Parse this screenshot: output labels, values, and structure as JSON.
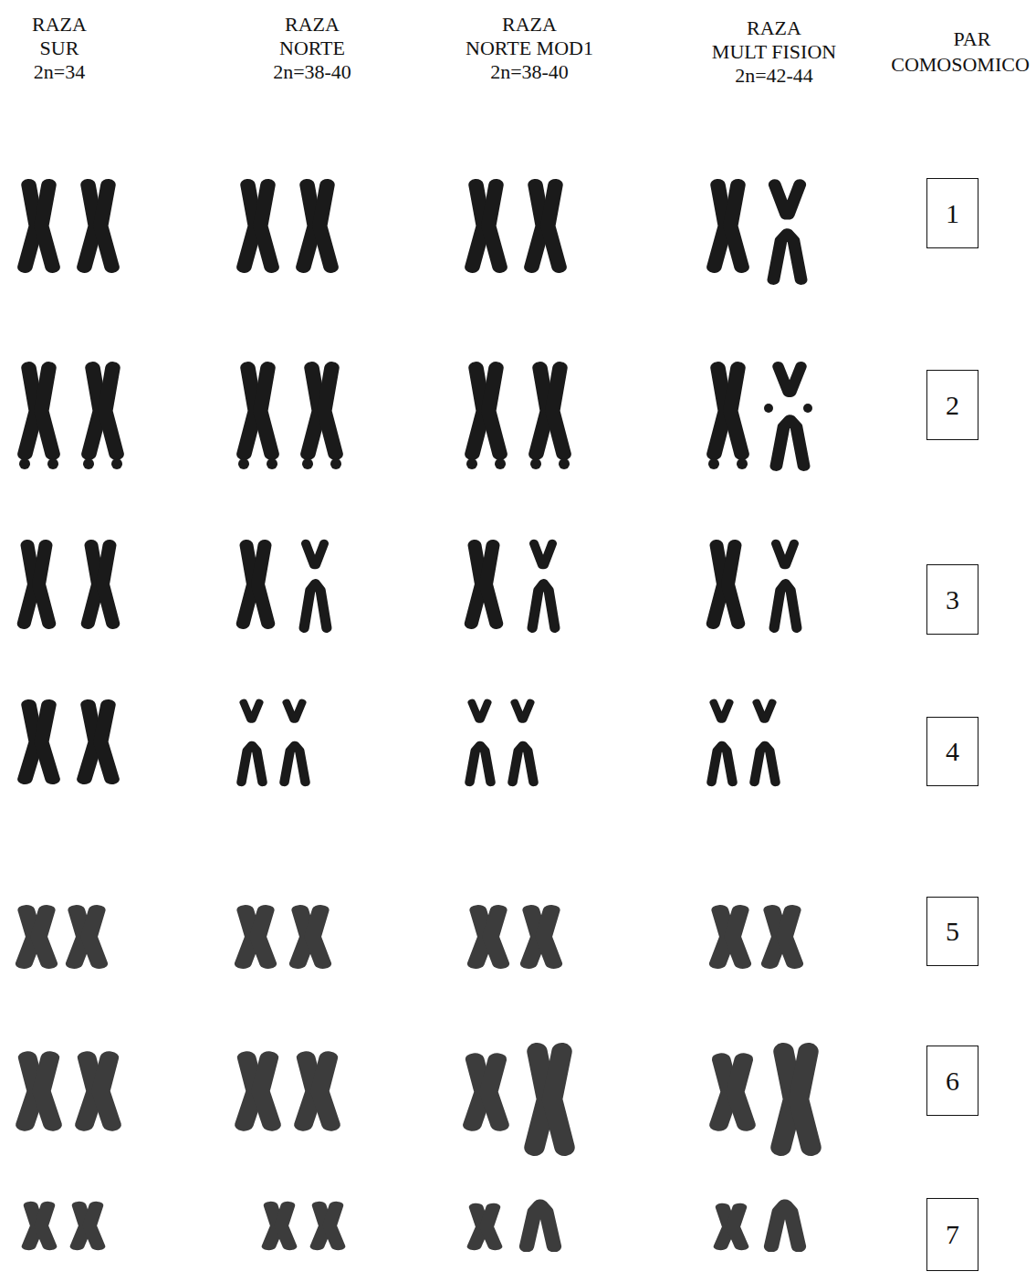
{
  "diagram": {
    "nodes": [
      {
        "text": [
          "1"
        ]
      },
      {
        "text": [
          "2"
        ]
      },
      {
        "text": [
          "3"
        ]
      },
      {
        "text": [
          "4"
        ]
      },
      {
        "text": [
          "5"
        ]
      },
      {
        "text": [
          "6"
        ]
      },
      {
        "text": [
          "7"
        ]
      }
    ],
    "labels": [
      "RAZA",
      "SUR",
      "2n=34",
      "RAZA",
      "NORTE",
      "2n=38-40",
      "RAZA",
      "NORTE MOD1",
      "2n=38-40",
      "RAZA",
      "MULT FISION",
      "2n=42-44",
      "PAR",
      "COMOSOMICO"
    ]
  }
}
